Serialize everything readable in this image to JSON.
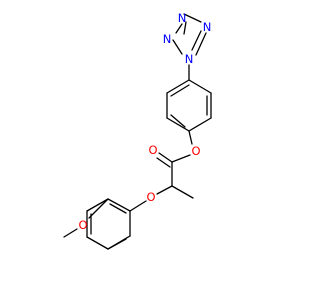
{
  "colors": {
    "background": "#ffffff",
    "bond": "#000000",
    "nitrogen": "#0000ff",
    "oxygen": "#ff0000"
  },
  "atoms": [
    {
      "id": "n1",
      "symbol": "N",
      "element": "nitrogen"
    },
    {
      "id": "n2",
      "symbol": "N",
      "element": "nitrogen"
    },
    {
      "id": "n3",
      "symbol": "N",
      "element": "nitrogen"
    },
    {
      "id": "n4",
      "symbol": "N",
      "element": "nitrogen"
    },
    {
      "id": "o-ester",
      "symbol": "O",
      "element": "oxygen"
    },
    {
      "id": "o-carbonyl",
      "symbol": "O",
      "element": "oxygen"
    },
    {
      "id": "o-ether",
      "symbol": "O",
      "element": "oxygen"
    },
    {
      "id": "o-methoxy",
      "symbol": "O",
      "element": "oxygen"
    }
  ]
}
